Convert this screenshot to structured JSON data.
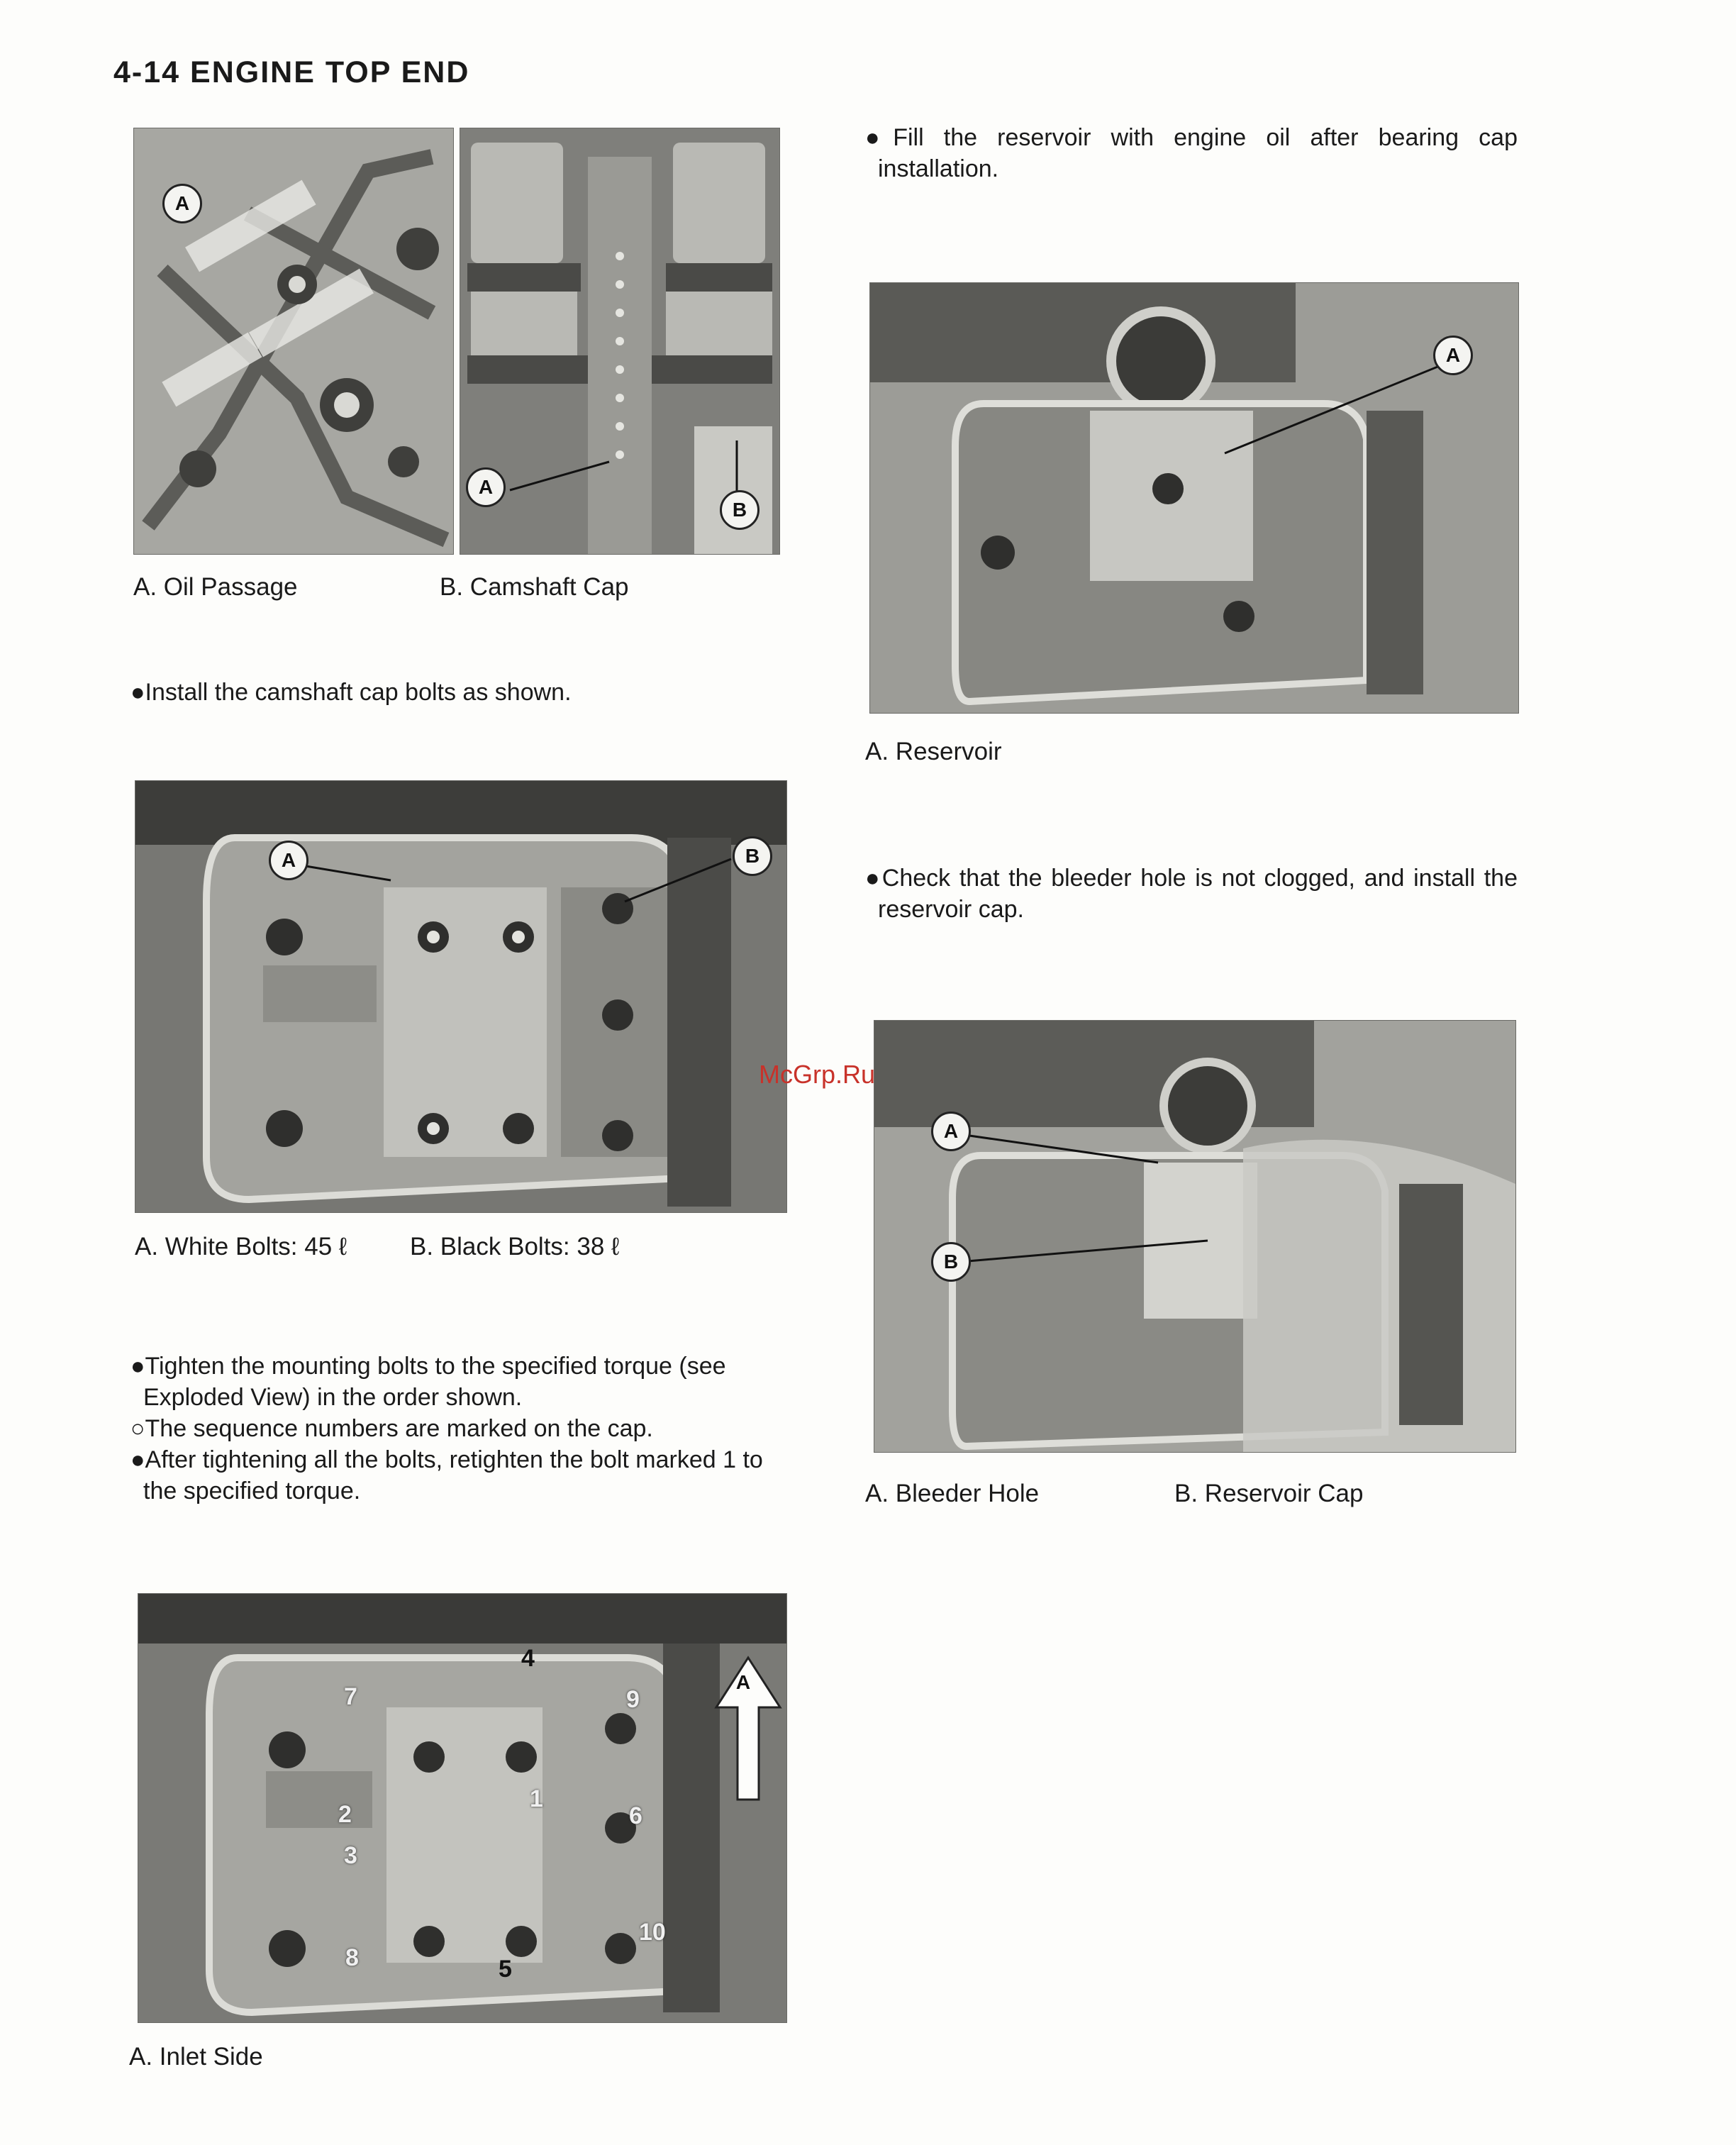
{
  "header": {
    "title": "4-14 ENGINE TOP END"
  },
  "watermark": "McGrp.Ru",
  "figure1": {
    "callout_a_left": "A",
    "callout_a_right": "A",
    "callout_b": "B",
    "caption_a": "A. Oil Passage",
    "caption_b": "B. Camshaft Cap"
  },
  "instruction1": "●Install the camshaft cap bolts as shown.",
  "figure2": {
    "callout_a": "A",
    "callout_b": "B",
    "caption_a": "A. White Bolts: 45 ℓ",
    "caption_b": "B. Black Bolts: 38 ℓ"
  },
  "instructions2": [
    "●Tighten the mounting bolts to the specified torque (see Exploded View) in the order shown.",
    "○The sequence numbers are marked on the cap.",
    "●After tightening all the bolts, retighten the bolt marked 1 to the specified torque."
  ],
  "figure3": {
    "callout_a": "A",
    "sequence": [
      "1",
      "2",
      "3",
      "4",
      "5",
      "6",
      "7",
      "8",
      "9",
      "10"
    ],
    "caption_a": "A. Inlet Side"
  },
  "right": {
    "instruction1": "●Fill the reservoir with engine oil after bearing cap installation.",
    "figure4": {
      "callout_a": "A",
      "caption_a": "A. Reservoir"
    },
    "instruction2": "●Check that the bleeder hole is not clogged, and install the reservoir cap.",
    "figure5": {
      "callout_a": "A",
      "callout_b": "B",
      "caption_a": "A. Bleeder Hole",
      "caption_b": "B. Reservoir Cap"
    }
  }
}
